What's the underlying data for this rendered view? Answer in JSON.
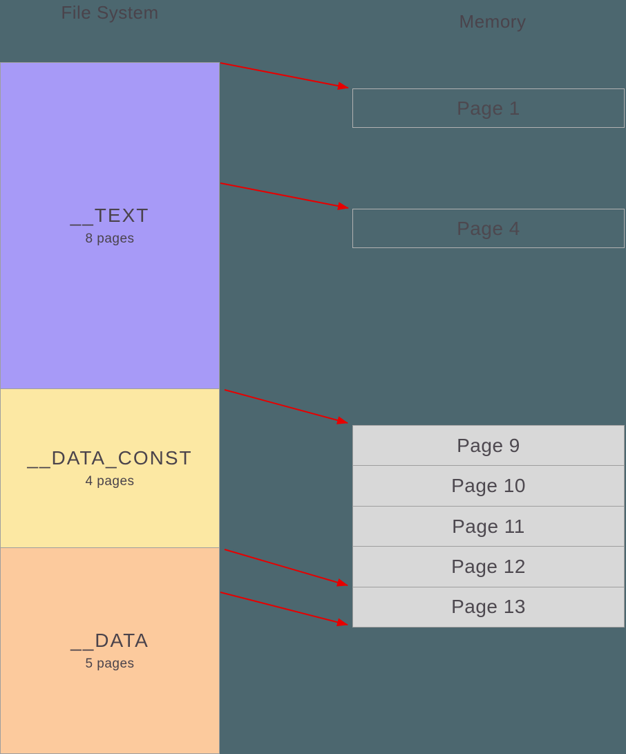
{
  "titles": {
    "file_system": "File System",
    "memory": "Memory"
  },
  "file_system": {
    "segments": [
      {
        "name": "__TEXT",
        "size": "8 pages",
        "color": "#a79af7"
      },
      {
        "name": "__DATA_CONST",
        "size": "4 pages",
        "color": "#fce8a3"
      },
      {
        "name": "__DATA",
        "size": "5 pages",
        "color": "#fcca9d"
      }
    ]
  },
  "memory": {
    "mapped_page_frames": [
      {
        "label": "Page 1"
      },
      {
        "label": "Page 4"
      }
    ],
    "page_table": [
      {
        "label": "Page 9"
      },
      {
        "label": "Page 10"
      },
      {
        "label": "Page 11"
      },
      {
        "label": "Page 12"
      },
      {
        "label": "Page 13"
      }
    ]
  },
  "arrows": [
    {
      "from": "__TEXT top",
      "to": "Page 1 top"
    },
    {
      "from": "__TEXT interior",
      "to": "Page 4 top"
    },
    {
      "from": "__DATA_CONST top",
      "to": "Page 9 top"
    },
    {
      "from": "__DATA top",
      "to": "Page 13 top"
    },
    {
      "from": "__DATA interior",
      "to": "Page 13 bottom"
    }
  ],
  "colors": {
    "background": "#4c676f",
    "heading_text": "#4a434b",
    "page_text": "#4d484f",
    "segment_purple": "#a79af7",
    "segment_yellow": "#fce8a3",
    "segment_orange": "#fcca9d",
    "page_row_fill": "#d8d8d8",
    "box_border": "#9e9e9e",
    "frame_border": "#b2b2b2",
    "arrow": "#e60000"
  }
}
